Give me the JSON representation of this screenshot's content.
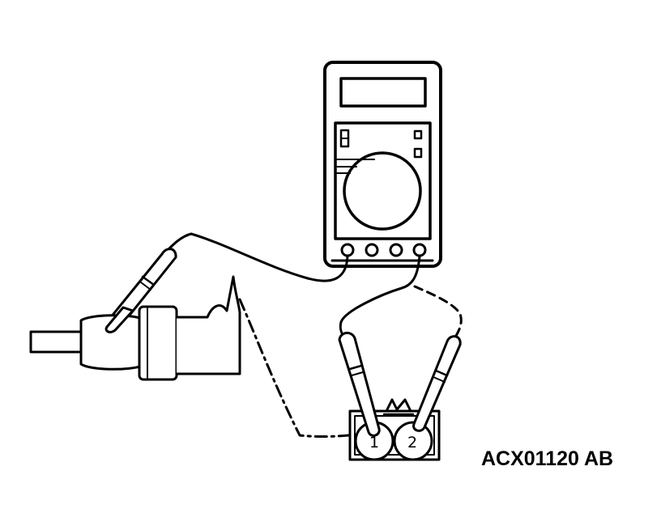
{
  "figure": {
    "id_label": "ACX01120 AB"
  },
  "connector": {
    "terminals": [
      {
        "label": "1"
      },
      {
        "label": "2"
      }
    ]
  },
  "colors": {
    "ink": "#000000",
    "background": "#ffffff"
  }
}
